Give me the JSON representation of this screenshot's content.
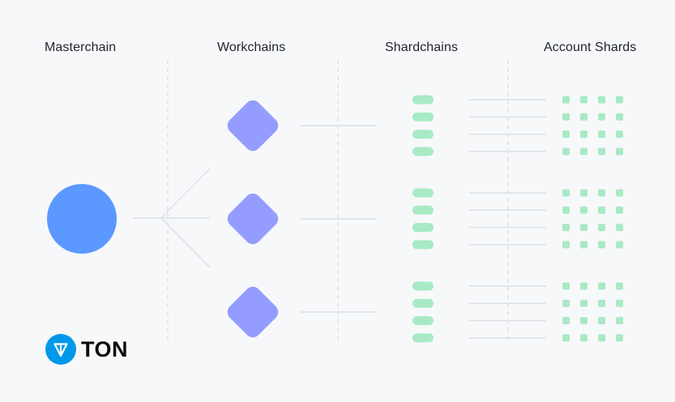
{
  "headers": {
    "masterchain": "Masterchain",
    "workchains": "Workchains",
    "shardchains": "Shardchains",
    "account_shards": "Account Shards"
  },
  "logo": {
    "text": "TON",
    "icon": "ton-diamond-icon"
  },
  "colors": {
    "background": "#f7f8fa",
    "masterchain": "#5b98ff",
    "workchain": "#949dff",
    "shard": "#a8eac5",
    "line": "#dcdfe3",
    "divider": "#d2d6db",
    "logo": "#0098ea"
  },
  "structure": {
    "workchains": 3,
    "shardchains_per_workchain": 4,
    "account_shards_per_shardchain": 4
  }
}
